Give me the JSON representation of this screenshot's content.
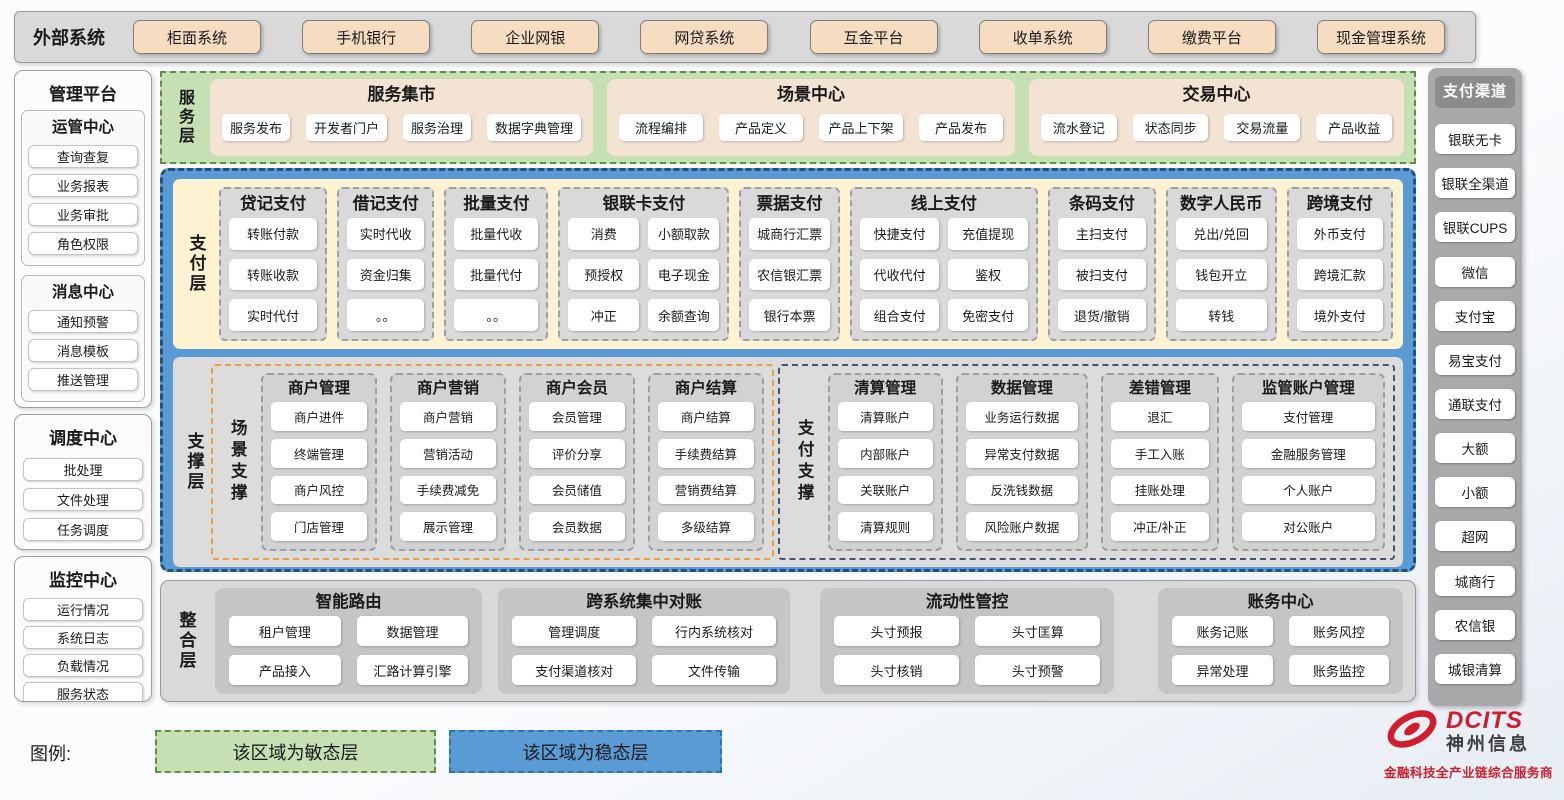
{
  "external_systems": {
    "label": "外部系统",
    "items": [
      "柜面系统",
      "手机银行",
      "企业网银",
      "网贷系统",
      "互金平台",
      "收单系统",
      "缴费平台",
      "现金管理系统"
    ]
  },
  "management_platform": {
    "title": "管理平台",
    "groups": [
      {
        "title": "运管中心",
        "items": [
          "查询查复",
          "业务报表",
          "业务审批",
          "角色权限"
        ]
      },
      {
        "title": "消息中心",
        "items": [
          "通知预警",
          "消息模板",
          "推送管理"
        ]
      },
      {
        "title": "调度中心",
        "items": [
          "批处理",
          "文件处理",
          "任务调度"
        ]
      },
      {
        "title": "监控中心",
        "items": [
          "运行情况",
          "系统日志",
          "负载情况",
          "服务状态"
        ]
      }
    ]
  },
  "service_layer": {
    "label": "服务层",
    "panels": [
      {
        "title": "服务集市",
        "items": [
          "服务发布",
          "开发者门户",
          "服务治理",
          "数据字典管理"
        ]
      },
      {
        "title": "场景中心",
        "items": [
          "流程编排",
          "产品定义",
          "产品上下架",
          "产品发布"
        ]
      },
      {
        "title": "交易中心",
        "items": [
          "流水登记",
          "状态同步",
          "交易流量",
          "产品收益"
        ]
      }
    ]
  },
  "payment_layer": {
    "label": "支付层",
    "groups": [
      {
        "title": "贷记支付",
        "items": [
          "转账付款",
          "转账收款",
          "实时代付"
        ]
      },
      {
        "title": "借记支付",
        "items": [
          "实时代收",
          "资金归集",
          "。。"
        ]
      },
      {
        "title": "批量支付",
        "items": [
          "批量代收",
          "批量代付",
          "。。"
        ]
      },
      {
        "title": "银联卡支付",
        "items": [
          "消费",
          "小额取款",
          "预授权",
          "电子现金",
          "冲正",
          "余额查询"
        ]
      },
      {
        "title": "票据支付",
        "items": [
          "城商行汇票",
          "农信银汇票",
          "银行本票"
        ]
      },
      {
        "title": "线上支付",
        "items": [
          "快捷支付",
          "充值提现",
          "代收代付",
          "鉴权",
          "组合支付",
          "免密支付"
        ]
      },
      {
        "title": "条码支付",
        "items": [
          "主扫支付",
          "被扫支付",
          "退货/撤销"
        ]
      },
      {
        "title": "数字人民币",
        "items": [
          "兑出/兑回",
          "钱包开立",
          "转钱"
        ]
      },
      {
        "title": "跨境支付",
        "items": [
          "外币支付",
          "跨境汇款",
          "境外支付"
        ]
      }
    ]
  },
  "support_layer": {
    "label": "支撑层",
    "sections": [
      {
        "label": "场景支撑",
        "groups": [
          {
            "title": "商户管理",
            "items": [
              "商户进件",
              "终端管理",
              "商户风控",
              "门店管理"
            ]
          },
          {
            "title": "商户营销",
            "items": [
              "商户营销",
              "营销活动",
              "手续费减免",
              "展示管理"
            ]
          },
          {
            "title": "商户会员",
            "items": [
              "会员管理",
              "评价分享",
              "会员储值",
              "会员数据"
            ]
          },
          {
            "title": "商户结算",
            "items": [
              "商户结算",
              "手续费结算",
              "营销费结算",
              "多级结算"
            ]
          }
        ]
      },
      {
        "label": "支付支撑",
        "groups": [
          {
            "title": "清算管理",
            "items": [
              "清算账户",
              "内部账户",
              "关联账户",
              "清算规则"
            ]
          },
          {
            "title": "数据管理",
            "items": [
              "业务运行数据",
              "异常支付数据",
              "反洗钱数据",
              "风险账户数据"
            ]
          },
          {
            "title": "差错管理",
            "items": [
              "退汇",
              "手工入账",
              "挂账处理",
              "冲正/补正"
            ]
          },
          {
            "title": "监管账户管理",
            "items": [
              "支付管理",
              "金融服务管理",
              "个人账户",
              "对公账户"
            ]
          }
        ]
      }
    ]
  },
  "integration_layer": {
    "label": "整合层",
    "groups": [
      {
        "title": "智能路由",
        "items": [
          "租户管理",
          "数据管理",
          "产品接入",
          "汇路计算引擎"
        ]
      },
      {
        "title": "跨系统集中对账",
        "items": [
          "管理调度",
          "行内系统核对",
          "支付渠道核对",
          "文件传输"
        ]
      },
      {
        "title": "流动性管控",
        "items": [
          "头寸预报",
          "头寸匡算",
          "头寸核销",
          "头寸预警"
        ]
      },
      {
        "title": "账务中心",
        "items": [
          "账务记账",
          "账务风控",
          "异常处理",
          "账务监控"
        ]
      }
    ]
  },
  "payment_channels": {
    "title": "支付渠道",
    "items": [
      "银联无卡",
      "银联全渠道",
      "银联CUPS",
      "微信",
      "支付宝",
      "易宝支付",
      "通联支付",
      "大额",
      "小额",
      "超网",
      "城商行",
      "农信银",
      "城银清算"
    ]
  },
  "legend": {
    "label": "图例:",
    "agile": "该区域为敏态层",
    "stable": "该区域为稳态层"
  },
  "logo": {
    "brand": "DCITS",
    "company": "神州信息",
    "tagline": "金融科技全产业链综合服务商"
  },
  "colors": {
    "agile_green": "#c6e0b4",
    "stable_blue": "#5b9bd5",
    "payment_cream": "#fdf3d2",
    "panel_tan": "#f2e3d3",
    "external_tan": "#f6dcc0",
    "brand_red": "#d01e2f"
  }
}
